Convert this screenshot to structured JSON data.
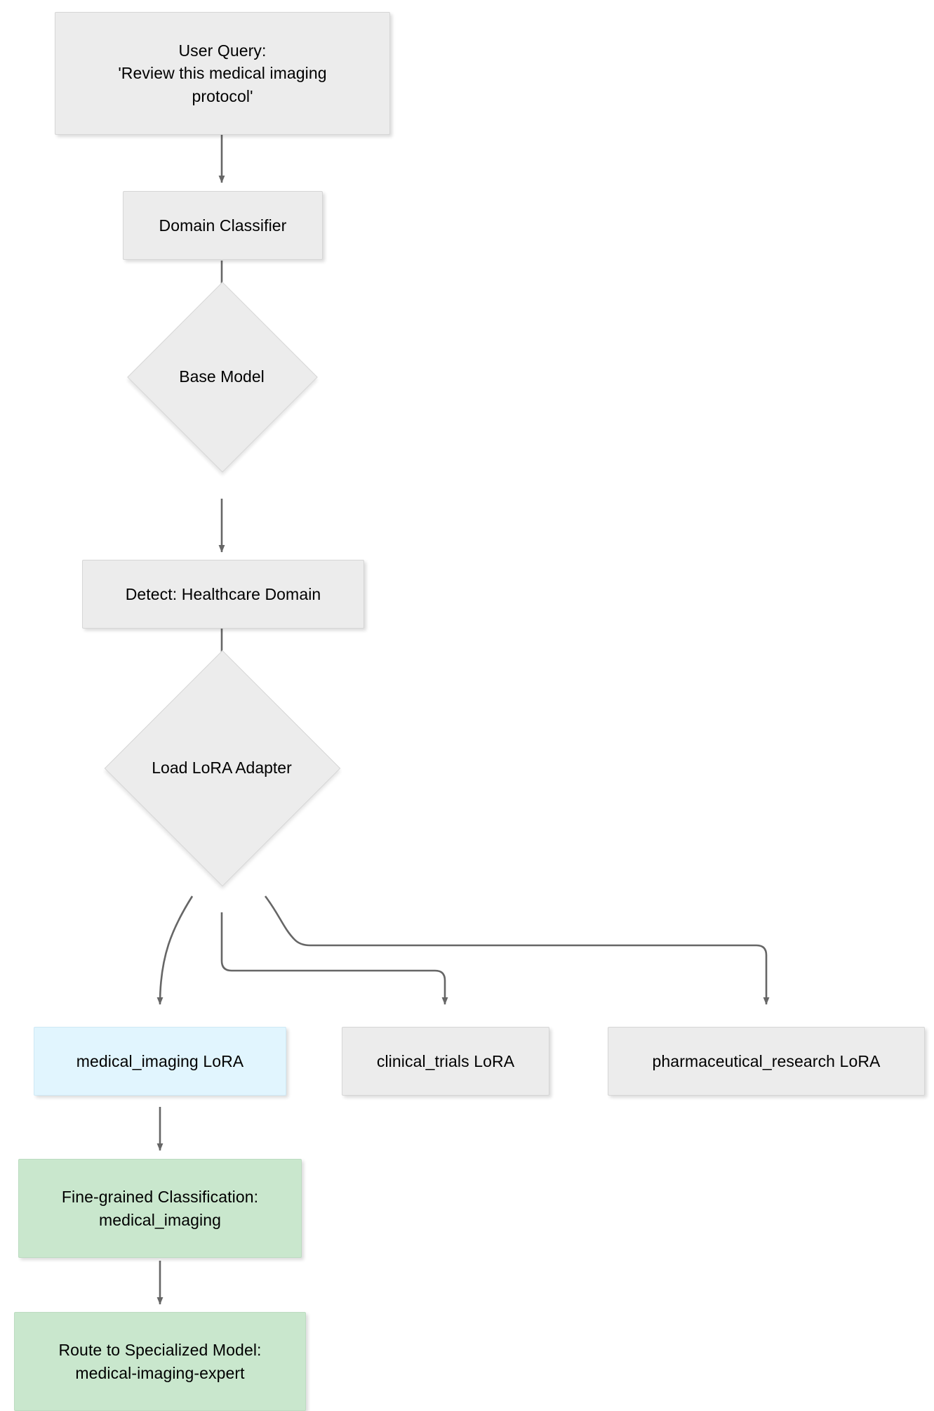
{
  "diagram": {
    "type": "flowchart",
    "direction": "top-down",
    "background": "#ffffff",
    "colors": {
      "node_fill": "#ececec",
      "node_stroke": "#d6d6d6",
      "highlight_fill": "#e1f5fe",
      "highlight_stroke": "#cfe9f5",
      "result_fill": "#c9e7cd",
      "result_stroke": "#bcdcc1",
      "edge_stroke": "#666666",
      "text": "#000000"
    },
    "nodes": [
      {
        "id": "user-query",
        "shape": "rect",
        "style": "default",
        "lines": [
          "User Query:",
          "'Review this medical imaging",
          "protocol'"
        ]
      },
      {
        "id": "domain-classifier",
        "shape": "rect",
        "style": "default",
        "lines": [
          "Domain Classifier"
        ]
      },
      {
        "id": "base-model",
        "shape": "diamond",
        "style": "default",
        "lines": [
          "Base Model"
        ]
      },
      {
        "id": "detect-healthcare-domain",
        "shape": "rect",
        "style": "default",
        "lines": [
          "Detect: Healthcare Domain"
        ]
      },
      {
        "id": "load-lora-adapter",
        "shape": "diamond",
        "style": "default",
        "lines": [
          "Load LoRA Adapter"
        ]
      },
      {
        "id": "medical-imaging-lora",
        "shape": "rect",
        "style": "highlight",
        "lines": [
          "medical_imaging LoRA"
        ]
      },
      {
        "id": "clinical-trials-lora",
        "shape": "rect",
        "style": "default",
        "lines": [
          "clinical_trials LoRA"
        ]
      },
      {
        "id": "pharmaceutical-research-lora",
        "shape": "rect",
        "style": "default",
        "lines": [
          "pharmaceutical_research LoRA"
        ]
      },
      {
        "id": "fine-grained-classification",
        "shape": "rect",
        "style": "result",
        "lines": [
          "Fine-grained Classification:",
          "medical_imaging"
        ]
      },
      {
        "id": "route-to-specialized-model",
        "shape": "rect",
        "style": "result",
        "lines": [
          "Route to Specialized Model:",
          "medical-imaging-expert"
        ]
      }
    ],
    "edges": [
      {
        "from": "user-query",
        "to": "domain-classifier",
        "label": ""
      },
      {
        "from": "domain-classifier",
        "to": "base-model",
        "label": ""
      },
      {
        "from": "base-model",
        "to": "detect-healthcare-domain",
        "label": ""
      },
      {
        "from": "detect-healthcare-domain",
        "to": "load-lora-adapter",
        "label": ""
      },
      {
        "from": "load-lora-adapter",
        "to": "medical-imaging-lora",
        "label": ""
      },
      {
        "from": "load-lora-adapter",
        "to": "clinical-trials-lora",
        "label": ""
      },
      {
        "from": "load-lora-adapter",
        "to": "pharmaceutical-research-lora",
        "label": ""
      },
      {
        "from": "medical-imaging-lora",
        "to": "fine-grained-classification",
        "label": ""
      },
      {
        "from": "fine-grained-classification",
        "to": "route-to-specialized-model",
        "label": ""
      }
    ]
  }
}
